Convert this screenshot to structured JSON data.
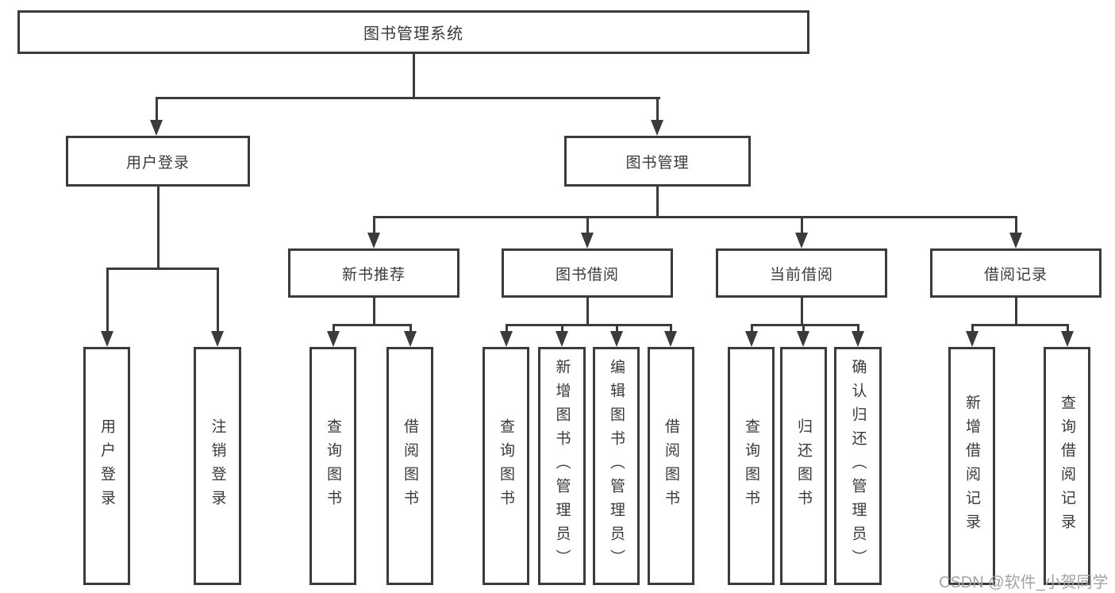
{
  "diagram": {
    "title": "图书管理系统",
    "watermark": "CSDN @软件_小贺同学",
    "colors": {
      "line": "#3b3b3b",
      "text": "#3a3a3a",
      "watermark": "#a3a3a3",
      "background": "#ffffff"
    },
    "root": {
      "label": "图书管理系统"
    },
    "level2": [
      {
        "label": "用户登录"
      },
      {
        "label": "图书管理"
      }
    ],
    "level3": [
      {
        "label": "新书推荐",
        "parent": "图书管理"
      },
      {
        "label": "图书借阅",
        "parent": "图书管理"
      },
      {
        "label": "当前借阅",
        "parent": "图书管理"
      },
      {
        "label": "借阅记录",
        "parent": "图书管理"
      }
    ],
    "leaves": [
      {
        "label": "用户登录",
        "parent": "用户登录"
      },
      {
        "label": "注销登录",
        "parent": "用户登录"
      },
      {
        "label": "查询图书",
        "parent": "新书推荐"
      },
      {
        "label": "借阅图书",
        "parent": "新书推荐"
      },
      {
        "label": "查询图书",
        "parent": "图书借阅"
      },
      {
        "label": "新增图书（管理员）",
        "parent": "图书借阅"
      },
      {
        "label": "编辑图书（管理员）",
        "parent": "图书借阅"
      },
      {
        "label": "借阅图书",
        "parent": "图书借阅"
      },
      {
        "label": "查询图书",
        "parent": "当前借阅"
      },
      {
        "label": "归还图书",
        "parent": "当前借阅"
      },
      {
        "label": "确认归还（管理员）",
        "parent": "当前借阅"
      },
      {
        "label": "新增借阅记录",
        "parent": "借阅记录"
      },
      {
        "label": "查询借阅记录",
        "parent": "借阅记录"
      }
    ]
  }
}
